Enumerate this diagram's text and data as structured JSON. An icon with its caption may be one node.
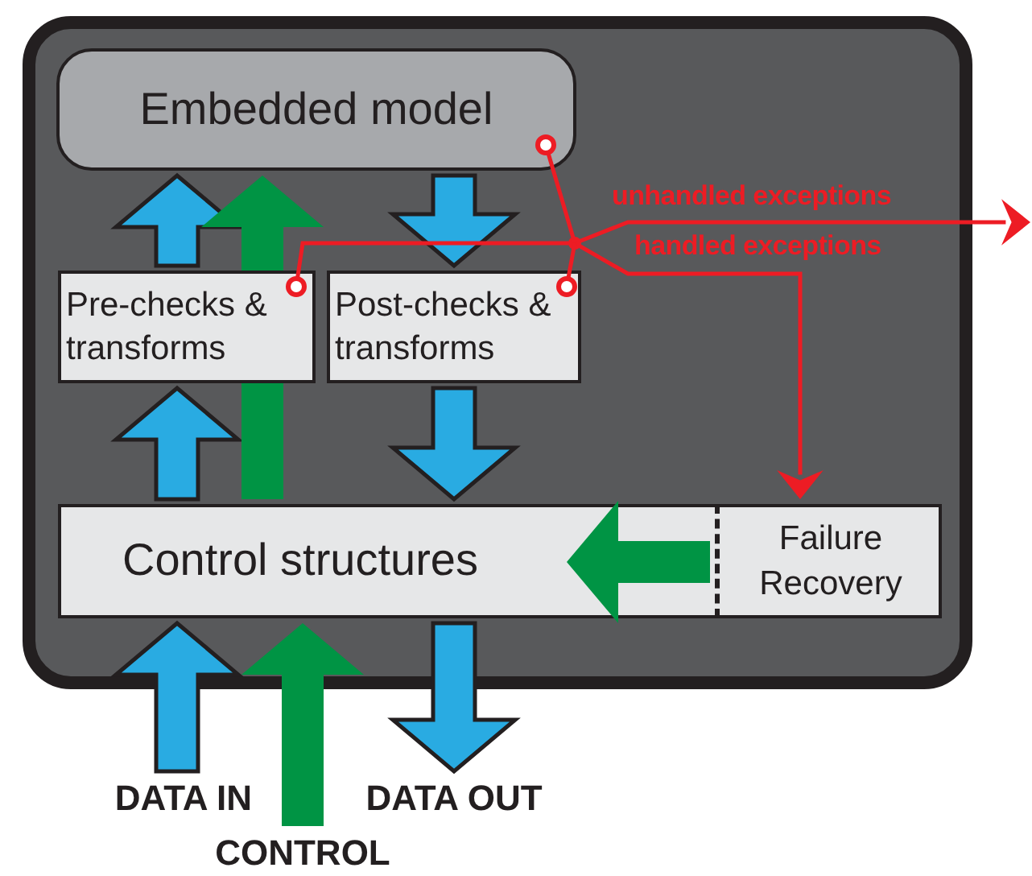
{
  "diagram": {
    "nodes": [
      {
        "text": [],
        "shape": "box"
      },
      {
        "text": [
          "Embedded model"
        ],
        "in": 0
      },
      {
        "text": [
          "Pre-checks & transforms"
        ],
        "in": 0
      },
      {
        "text": [
          "Post-checks & transforms"
        ],
        "in": 0
      },
      {
        "text": [
          "Control structures"
        ],
        "in": 0
      },
      {
        "text": [
          "Failure Recovery"
        ],
        "in": 4
      },
      {
        "text": [
          "DATA IN"
        ]
      },
      {
        "text": [
          "CONTROL"
        ]
      },
      {
        "text": [
          "DATA OUT"
        ]
      },
      {
        "text": [],
        "shape": "circle",
        "in": 0
      }
    ],
    "edges": [
      {
        "from": 2,
        "to": 1,
        "arrow": "to",
        "style": "thick"
      },
      {
        "from": 1,
        "to": 3,
        "arrow": "to",
        "style": "thick"
      },
      {
        "from": 4,
        "to": 2,
        "arrow": "to",
        "style": "thick"
      },
      {
        "from": 3,
        "to": 4,
        "arrow": "to",
        "style": "thick"
      },
      {
        "from": 6,
        "to": 4,
        "arrow": "to",
        "style": "thick"
      },
      {
        "from": 4,
        "to": 8,
        "arrow": "to",
        "style": "thick"
      },
      {
        "from": 7,
        "to": 4,
        "arrow": "to",
        "style": "thick",
        "color": "#009444"
      },
      {
        "from": 4,
        "to": 1,
        "arrow": "to",
        "style": "thick",
        "color": "#009444"
      },
      {
        "from": 5,
        "to": 4,
        "arrow": "to",
        "style": "thick",
        "color": "#009444"
      },
      {
        "from": 1,
        "to": 9,
        "arrow": "other",
        "color": "#ed1c24"
      },
      {
        "from": 2,
        "to": 9,
        "arrow": "other",
        "color": "#ed1c24"
      },
      {
        "from": 3,
        "to": 9,
        "arrow": "other",
        "color": "#ed1c24"
      },
      {
        "from": 9,
        "to": null,
        "arrow": "to",
        "label": "unhandled exceptions",
        "color": "#ed1c24"
      },
      {
        "from": 9,
        "to": 5,
        "arrow": "to",
        "label": "handled exceptions",
        "color": "#ed1c24"
      }
    ]
  }
}
